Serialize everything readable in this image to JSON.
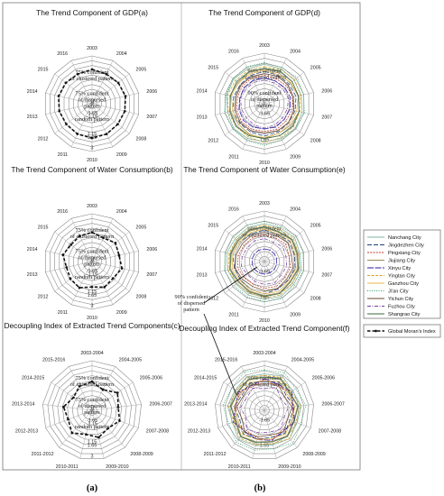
{
  "panel_captions": [
    "(a)",
    "(b)"
  ],
  "chart_data": [
    {
      "id": "a",
      "type": "radar",
      "title": "The Trend Component of GDP(a)",
      "categories": [
        "2003",
        "2004",
        "2005",
        "2006",
        "2007",
        "2008",
        "2009",
        "2010",
        "2011",
        "2012",
        "2013",
        "2014",
        "2015",
        "2016"
      ],
      "ring_ticks": [
        "3",
        "1.65",
        "1.15",
        "-1.15",
        "-1.65",
        "-3"
      ],
      "annotations": {
        "upper": [
          "75% confident",
          "of clustered pattern"
        ],
        "middle": [
          "75% confident",
          "of dispersed",
          "pattern"
        ],
        "lower": [
          "random pattern"
        ]
      },
      "series": [
        {
          "name": "Global Moran's Index",
          "values": [
            1.4,
            1.2,
            1.3,
            1.4,
            1.3,
            1.2,
            1.3,
            1.4,
            1.3,
            1.2,
            1.3,
            1.4,
            1.3,
            1.2
          ]
        }
      ]
    },
    {
      "id": "b",
      "type": "radar",
      "title": "The Trend Component of Water Consumption(b)",
      "categories": [
        "2003",
        "2004",
        "2005",
        "2006",
        "2007",
        "2008",
        "2009",
        "2010",
        "2011",
        "2012",
        "2013",
        "2014",
        "2015",
        "2016"
      ],
      "ring_ticks": [
        "3",
        "1.65",
        "1.15",
        "-1.15",
        "-1.65",
        "-3"
      ],
      "annotations": {
        "upper": [
          "75% confident",
          "of clustered pattern"
        ],
        "middle": [
          "75% confident",
          "of dispersed",
          "pattern"
        ],
        "lower": [
          "random pattern"
        ]
      },
      "series": [
        {
          "name": "Global Moran's Index",
          "values": [
            0.7,
            0.3,
            0.8,
            0.5,
            0.9,
            0.4,
            0.6,
            0.2,
            0.7,
            0.5,
            0.3,
            0.8,
            0.4,
            0.6
          ]
        }
      ]
    },
    {
      "id": "c",
      "type": "radar",
      "title": "Decoupling Index of Extracted Trend Components(c)",
      "categories": [
        "2003-2004",
        "2004-2005",
        "2005-2006",
        "2006-2007",
        "2007-2008",
        "2008-2009",
        "2009-2010",
        "2010-2011",
        "2011-2012",
        "2012-2013",
        "2013-2014",
        "2014-2015",
        "2015-2016"
      ],
      "ring_ticks": [
        "3",
        "1.65",
        "1.15",
        "-1.15",
        "-1.65",
        "-3"
      ],
      "annotations": {
        "upper": [
          "75% confident",
          "of clustered pattern"
        ],
        "middle": [
          "75% confident",
          "of dispersed",
          "pattern"
        ],
        "lower": [
          "random pattern"
        ]
      },
      "series": [
        {
          "name": "Global Moran's Index",
          "values": [
            0.5,
            -0.2,
            0.8,
            0.2,
            0.6,
            -0.1,
            0.4,
            0.0,
            0.7,
            0.1,
            0.5,
            -0.3,
            0.3
          ]
        }
      ]
    },
    {
      "id": "d",
      "type": "radar",
      "title": "The Trend Component of GDP(d)",
      "categories": [
        "2003",
        "2004",
        "2005",
        "2006",
        "2007",
        "2008",
        "2009",
        "2010",
        "2011",
        "2012",
        "2013",
        "2014",
        "2015",
        "2016"
      ],
      "ring_ticks": [
        "1.65",
        "-1.65"
      ],
      "annotations": {
        "upper": [
          "90% confident",
          "of clustered pattern"
        ],
        "middle": [
          "90% confident",
          "of dispersed",
          "pattern"
        ]
      },
      "series": [
        {
          "name": "Nanchang City",
          "color": "#7fb3a0",
          "dash": "",
          "values": [
            1.8,
            1.7,
            1.6,
            1.6,
            1.7,
            1.8,
            1.7,
            1.6,
            1.7,
            1.8,
            1.6,
            1.7,
            1.8,
            1.7
          ]
        },
        {
          "name": "Jingdezhen City",
          "color": "#1f3f7a",
          "dash": "5,2",
          "values": [
            0.9,
            0.8,
            0.8,
            0.9,
            0.8,
            0.7,
            0.8,
            0.9,
            0.8,
            0.8,
            0.9,
            0.8,
            0.7,
            0.8
          ]
        },
        {
          "name": "Pingxiang City",
          "color": "#c0392b",
          "dash": "2,1.2",
          "values": [
            0.4,
            0.3,
            0.4,
            0.5,
            0.4,
            0.3,
            0.4,
            0.3,
            0.4,
            0.5,
            0.4,
            0.3,
            0.4,
            0.4
          ]
        },
        {
          "name": "Jiujiang City",
          "color": "#9a8a5a",
          "dash": "",
          "values": [
            1.2,
            1.1,
            1.0,
            1.2,
            1.3,
            1.1,
            1.0,
            1.2,
            1.1,
            1.0,
            1.2,
            1.3,
            1.1,
            1.2
          ]
        },
        {
          "name": "Xinyu City",
          "color": "#2b1aa8",
          "dash": "7,1.5",
          "values": [
            0.1,
            0.0,
            0.1,
            0.2,
            0.1,
            0.0,
            0.1,
            0.0,
            0.1,
            0.2,
            0.1,
            0.0,
            0.1,
            0.1
          ]
        },
        {
          "name": "Yingtan City",
          "color": "#d4a020",
          "dash": "3,1.5",
          "values": [
            1.5,
            1.6,
            1.7,
            1.5,
            1.4,
            1.5,
            1.6,
            1.7,
            1.5,
            1.4,
            1.5,
            1.6,
            1.5,
            1.5
          ]
        },
        {
          "name": "Ganzhou City",
          "color": "#e6b84a",
          "dash": "",
          "values": [
            1.0,
            0.9,
            1.1,
            1.2,
            1.0,
            0.9,
            1.0,
            1.1,
            1.2,
            1.0,
            0.9,
            1.1,
            1.0,
            1.0
          ]
        },
        {
          "name": "Ji'an City",
          "color": "#2ca25f",
          "dash": "1,1.5",
          "values": [
            2.0,
            1.9,
            2.1,
            1.9,
            2.0,
            1.8,
            1.9,
            2.1,
            2.0,
            1.9,
            2.0,
            1.8,
            1.9,
            2.0
          ]
        },
        {
          "name": "Yichun City",
          "color": "#6b4a2a",
          "dash": "",
          "values": [
            0.6,
            0.7,
            0.6,
            0.5,
            0.6,
            0.7,
            0.6,
            0.5,
            0.6,
            0.7,
            0.6,
            0.5,
            0.6,
            0.6
          ]
        },
        {
          "name": "Fuzhou City",
          "color": "#7a3fa0",
          "dash": "4,1.5,1,1.5",
          "values": [
            -0.2,
            -0.3,
            -0.2,
            -0.1,
            -0.2,
            -0.3,
            -0.2,
            -0.1,
            -0.2,
            -0.3,
            -0.2,
            -0.1,
            -0.2,
            -0.2
          ]
        },
        {
          "name": "Shangrao City",
          "color": "#3a6a3a",
          "dash": "",
          "values": [
            1.3,
            1.4,
            1.3,
            1.2,
            1.3,
            1.4,
            1.3,
            1.2,
            1.3,
            1.4,
            1.3,
            1.2,
            1.3,
            1.3
          ]
        }
      ]
    },
    {
      "id": "e",
      "type": "radar",
      "title": "The Trend Component of Water Consumption(e)",
      "categories": [
        "2003",
        "2004",
        "2005",
        "2006",
        "2007",
        "2008",
        "2009",
        "2010",
        "2011",
        "2012",
        "2013",
        "2014",
        "2015",
        "2016"
      ],
      "ring_ticks": [
        "1.65",
        "-1.65"
      ],
      "annotations": {
        "upper": [
          "90% confident",
          "of clustered pattern"
        ],
        "external": [
          "90% confident",
          "of dispersed",
          "pattern"
        ]
      },
      "series": [
        {
          "name": "Nanchang City",
          "color": "#7fb3a0",
          "dash": "",
          "values": [
            1.6,
            1.5,
            1.7,
            1.4,
            1.6,
            1.5,
            1.7,
            1.6,
            1.5,
            1.4,
            1.6,
            1.7,
            1.5,
            1.6
          ]
        },
        {
          "name": "Jingdezhen City",
          "color": "#1f3f7a",
          "dash": "5,2",
          "values": [
            0.8,
            0.6,
            0.9,
            0.7,
            0.8,
            0.6,
            0.7,
            0.9,
            0.8,
            0.6,
            0.7,
            0.9,
            0.8,
            0.7
          ]
        },
        {
          "name": "Pingxiang City",
          "color": "#c0392b",
          "dash": "2,1.2",
          "values": [
            0.2,
            0.1,
            0.3,
            0.0,
            0.2,
            0.1,
            0.3,
            0.2,
            0.0,
            0.1,
            0.3,
            0.2,
            0.1,
            0.2
          ]
        },
        {
          "name": "Jiujiang City",
          "color": "#9a8a5a",
          "dash": "",
          "values": [
            1.1,
            0.9,
            1.2,
            1.0,
            1.1,
            0.9,
            1.2,
            1.1,
            1.0,
            0.9,
            1.2,
            1.1,
            1.0,
            1.1
          ]
        },
        {
          "name": "Xinyu City",
          "color": "#2b1aa8",
          "dash": "7,1.5",
          "values": [
            -1.6,
            -1.6,
            -1.6,
            -1.6,
            -1.6,
            -1.6,
            -1.6,
            -1.6,
            -1.6,
            -1.6,
            -1.6,
            -1.6,
            -1.6,
            -1.6
          ]
        },
        {
          "name": "Yingtan City",
          "color": "#d4a020",
          "dash": "3,1.5",
          "values": [
            1.4,
            1.3,
            1.5,
            1.2,
            1.4,
            1.3,
            1.5,
            1.4,
            1.2,
            1.3,
            1.5,
            1.4,
            1.3,
            1.4
          ]
        },
        {
          "name": "Ganzhou City",
          "color": "#e6b84a",
          "dash": "",
          "values": [
            0.9,
            0.7,
            1.0,
            0.8,
            0.9,
            0.7,
            1.0,
            0.9,
            0.8,
            0.7,
            1.0,
            0.9,
            0.8,
            0.9
          ]
        },
        {
          "name": "Ji'an City",
          "color": "#2ca25f",
          "dash": "1,1.5",
          "values": [
            1.9,
            1.7,
            2.0,
            1.8,
            1.9,
            1.7,
            2.0,
            1.9,
            1.8,
            1.7,
            2.0,
            1.9,
            1.8,
            1.9
          ]
        },
        {
          "name": "Yichun City",
          "color": "#6b4a2a",
          "dash": "",
          "values": [
            0.5,
            0.4,
            0.6,
            0.3,
            0.5,
            0.4,
            0.6,
            0.5,
            0.3,
            0.4,
            0.6,
            0.5,
            0.4,
            0.5
          ]
        },
        {
          "name": "Fuzhou City",
          "color": "#7a3fa0",
          "dash": "4,1.5,1,1.5",
          "values": [
            -0.3,
            -0.5,
            -0.2,
            -0.4,
            -0.3,
            -0.5,
            -0.2,
            -0.3,
            -0.4,
            -0.5,
            -0.2,
            -0.3,
            -0.4,
            -0.3
          ]
        },
        {
          "name": "Shangrao City",
          "color": "#3a6a3a",
          "dash": "",
          "values": [
            1.2,
            1.0,
            1.3,
            1.1,
            1.2,
            1.0,
            1.3,
            1.2,
            1.1,
            1.0,
            1.3,
            1.2,
            1.1,
            1.2
          ]
        }
      ]
    },
    {
      "id": "f",
      "type": "radar",
      "title": "Decoupling Index of Extracted Trend Component(f)",
      "categories": [
        "2003-2004",
        "2004-2005",
        "2005-2006",
        "2006-2007",
        "2007-2008",
        "2008-2009",
        "2009-2010",
        "2010-2011",
        "2011-2012",
        "2012-2013",
        "2013-2014",
        "2014-2015",
        "2015-2016"
      ],
      "ring_ticks": [
        "1.65",
        "-1.65"
      ],
      "annotations": {
        "upper": [
          "90% confident",
          "of clustered pattern"
        ]
      },
      "series": [
        {
          "name": "Nanchang City",
          "color": "#7fb3a0",
          "dash": "",
          "values": [
            1.5,
            1.8,
            1.2,
            1.6,
            1.3,
            1.7,
            1.4,
            1.5,
            1.8,
            1.2,
            1.6,
            1.4,
            1.7
          ]
        },
        {
          "name": "Jingdezhen City",
          "color": "#1f3f7a",
          "dash": "5,2",
          "values": [
            0.5,
            0.9,
            0.2,
            0.7,
            0.3,
            0.8,
            0.4,
            0.6,
            0.9,
            0.2,
            0.7,
            0.3,
            0.8
          ]
        },
        {
          "name": "Pingxiang City",
          "color": "#c0392b",
          "dash": "2,1.2",
          "values": [
            0.8,
            0.3,
            1.0,
            0.4,
            0.9,
            0.2,
            0.7,
            0.5,
            0.3,
            1.0,
            0.4,
            0.8,
            0.2
          ]
        },
        {
          "name": "Jiujiang City",
          "color": "#9a8a5a",
          "dash": "",
          "values": [
            1.0,
            1.3,
            0.7,
            1.1,
            0.8,
            1.2,
            0.9,
            1.0,
            1.3,
            0.7,
            1.1,
            0.9,
            1.2
          ]
        },
        {
          "name": "Xinyu City",
          "color": "#2b1aa8",
          "dash": "7,1.5",
          "values": [
            0.9,
            0.6,
            1.1,
            0.5,
            1.0,
            0.4,
            0.8,
            0.7,
            0.5,
            1.1,
            0.6,
            0.9,
            0.4
          ]
        },
        {
          "name": "Yingtan City",
          "color": "#d4a020",
          "dash": "3,1.5",
          "values": [
            1.3,
            1.6,
            1.0,
            1.5,
            1.1,
            1.7,
            1.2,
            1.4,
            1.6,
            1.0,
            1.5,
            1.2,
            1.6
          ]
        },
        {
          "name": "Ganzhou City",
          "color": "#e6b84a",
          "dash": "",
          "values": [
            0.6,
            1.0,
            0.4,
            0.8,
            0.5,
            0.9,
            0.6,
            0.7,
            1.0,
            0.4,
            0.8,
            0.5,
            0.9
          ]
        },
        {
          "name": "Ji'an City",
          "color": "#2ca25f",
          "dash": "1,1.5",
          "values": [
            2.0,
            2.3,
            1.7,
            2.2,
            1.8,
            2.4,
            1.9,
            2.1,
            2.3,
            1.7,
            2.2,
            1.9,
            2.4
          ]
        },
        {
          "name": "Yichun City",
          "color": "#6b4a2a",
          "dash": "",
          "values": [
            0.2,
            0.6,
            -0.1,
            0.4,
            0.0,
            0.5,
            0.1,
            0.3,
            0.6,
            -0.1,
            0.4,
            0.1,
            0.5
          ]
        },
        {
          "name": "Fuzhou City",
          "color": "#7a3fa0",
          "dash": "4,1.5,1,1.5",
          "values": [
            -0.4,
            0.1,
            -0.6,
            -0.1,
            -0.5,
            0.0,
            -0.3,
            -0.2,
            0.1,
            -0.6,
            -0.1,
            -0.4,
            0.0
          ]
        },
        {
          "name": "Shangrao City",
          "color": "#3a6a3a",
          "dash": "",
          "values": [
            1.1,
            1.4,
            0.8,
            1.2,
            0.9,
            1.3,
            1.0,
            1.1,
            1.4,
            0.8,
            1.2,
            1.0,
            1.3
          ]
        }
      ]
    }
  ],
  "legend": {
    "cities": [
      {
        "name": "Nanchang City",
        "color": "#7fb3a0",
        "dash": ""
      },
      {
        "name": "Jingdezhen City",
        "color": "#1f3f7a",
        "dash": "5,2"
      },
      {
        "name": "Pingxiang City",
        "color": "#c0392b",
        "dash": "2,1.2"
      },
      {
        "name": "Jiujiang City",
        "color": "#9a8a5a",
        "dash": ""
      },
      {
        "name": "Xinyu City",
        "color": "#2b1aa8",
        "dash": "7,1.5"
      },
      {
        "name": "Yingtan City",
        "color": "#d4a020",
        "dash": "3,1.5"
      },
      {
        "name": "Ganzhou City",
        "color": "#e6b84a",
        "dash": ""
      },
      {
        "name": "Ji'an City",
        "color": "#2ca25f",
        "dash": "1,1.5"
      },
      {
        "name": "Yichun City",
        "color": "#6b4a2a",
        "dash": ""
      },
      {
        "name": "Fuzhou City",
        "color": "#7a3fa0",
        "dash": "4,1.5,1,1.5"
      },
      {
        "name": "Shangrao City",
        "color": "#3a6a3a",
        "dash": ""
      }
    ],
    "global": {
      "name": "Global Moran's Index",
      "color": "#111111"
    }
  }
}
